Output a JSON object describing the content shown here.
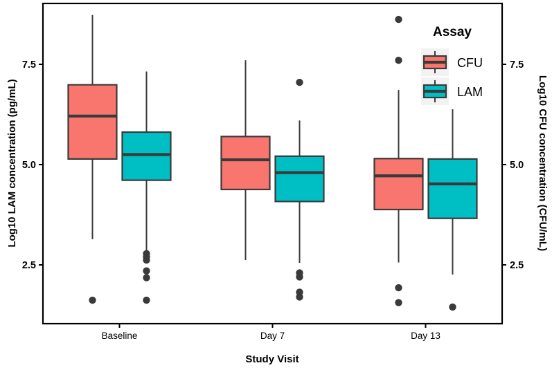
{
  "chart_data": {
    "type": "box",
    "title": "",
    "xlabel": "Study Visit",
    "ylabel": "Log10 LAM concentration (pg/mL)",
    "y2label": "Log10 CFU concentration (CFU/mL)",
    "categories": [
      "Baseline",
      "Day 7",
      "Day 13"
    ],
    "ylim": [
      1.28,
      9.05
    ],
    "yticks": [
      2.5,
      5.0,
      7.5
    ],
    "ytick_labels": [
      "2.5",
      "5.0",
      "7.5"
    ],
    "y2ticks": [
      2.5,
      5.0,
      7.5
    ],
    "y2tick_labels": [
      "2.5",
      "5.0",
      "7.5"
    ],
    "grid": false,
    "legend": {
      "title": "Assay",
      "position": "top-right-inside",
      "entries": [
        {
          "label": "CFU",
          "color": "#F8766D"
        },
        {
          "label": "LAM",
          "color": "#00BFC4"
        }
      ]
    },
    "series": [
      {
        "name": "CFU",
        "color": "#F8766D",
        "boxes": [
          {
            "category": "Baseline",
            "whisker_low": 3.14,
            "q1": 5.14,
            "median": 6.21,
            "q3": 6.99,
            "whisker_high": 8.73,
            "outliers": [
              1.62
            ]
          },
          {
            "category": "Day 7",
            "whisker_low": 2.62,
            "q1": 4.38,
            "median": 5.12,
            "q3": 5.7,
            "whisker_high": 7.6,
            "outliers": []
          },
          {
            "category": "Day 13",
            "whisker_low": 2.56,
            "q1": 3.88,
            "median": 4.72,
            "q3": 5.15,
            "whisker_high": 6.86,
            "outliers": [
              8.62,
              7.6,
              1.93,
              1.56
            ]
          }
        ]
      },
      {
        "name": "LAM",
        "color": "#00BFC4",
        "boxes": [
          {
            "category": "Baseline",
            "whisker_low": 2.76,
            "q1": 4.61,
            "median": 5.25,
            "q3": 5.81,
            "whisker_high": 7.32,
            "outliers": [
              2.78,
              2.7,
              2.62,
              2.35,
              2.18,
              1.62
            ]
          },
          {
            "category": "Day 7",
            "whisker_low": 2.55,
            "q1": 4.08,
            "median": 4.8,
            "q3": 5.21,
            "whisker_high": 6.1,
            "outliers": [
              7.05,
              2.3,
              2.2,
              1.82,
              1.7
            ]
          },
          {
            "category": "Day 13",
            "whisker_low": 2.26,
            "q1": 3.66,
            "median": 4.52,
            "q3": 5.14,
            "whisker_high": 6.38,
            "outliers": [
              1.45
            ]
          }
        ]
      }
    ]
  },
  "axes": {
    "left_title": "Log10 LAM concentration (pg/mL)",
    "right_title": "Log10 CFU concentration (CFU/mL)",
    "bottom_title": "Study Visit",
    "left_ticks": [
      "7.5",
      "5.0",
      "2.5"
    ],
    "right_ticks": [
      "7.5",
      "5.0",
      "2.5"
    ],
    "x_ticks": [
      "Baseline",
      "Day 7",
      "Day 13"
    ]
  },
  "legend": {
    "title": "Assay",
    "item_cfu": "CFU",
    "item_lam": "LAM"
  },
  "colors": {
    "cfu": "#F8766D",
    "lam": "#00BFC4",
    "outline": "#3a3a3a",
    "axis": "#000000",
    "panel": "#ffffff",
    "legend_key_bg": "#f2f2f2"
  }
}
